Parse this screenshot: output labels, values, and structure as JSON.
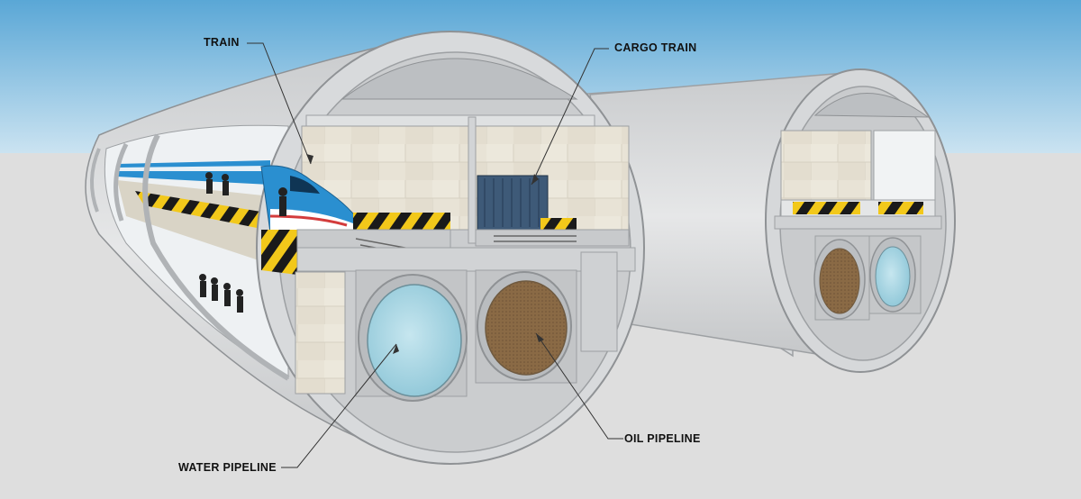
{
  "labels": {
    "train": "TRAIN",
    "cargo_train": "CARGO TRAIN",
    "oil_pipeline": "OIL PIPELINE",
    "water_pipeline": "WATER PIPELINE"
  },
  "colors": {
    "sky_top": "#5aa7d6",
    "sky_bottom": "#d8eaf4",
    "ground": "#dedede",
    "concrete": "#d4d6d8",
    "concrete_dark": "#b7babd",
    "water": "#a9d6e4",
    "oil": "#8a6a45",
    "container": "#3e5a78",
    "hazard_yellow": "#f2c81a",
    "hazard_black": "#1a1a1a",
    "train_blue": "#2a8fd0",
    "train_red": "#d33c3c"
  }
}
